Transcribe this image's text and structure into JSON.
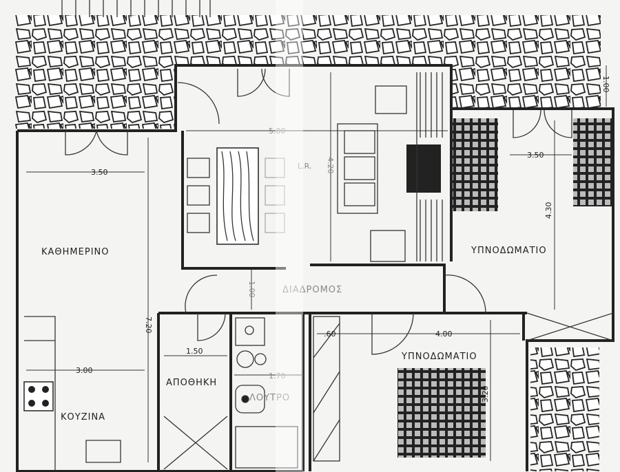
{
  "rooms": {
    "living": "ΚΑΘΗΜΕΡΙΝΟ",
    "kitchen": "ΚΟΥΖΙΝΑ",
    "storage": "ΑΠΟΘΗΚΗ",
    "bath": "ΛΟΥΤΡΟ",
    "corridor": "ΔΙΑΔΡΟΜΟΣ",
    "bedroom1": "ΥΠΝΟΔΩΜΑΤΙΟ",
    "bedroom2": "ΥΠΝΟΔΩΜΑΤΙΟ",
    "lr": "L.R."
  },
  "dimensions": {
    "living_width": "3.50",
    "living_length": "7.20",
    "kitchen_width": "3.00",
    "storage_width": "1.50",
    "bath_width": "1.70",
    "dining_width": "5.00",
    "lr_depth": "4.20",
    "corridor_width": "1.00",
    "bedroom1_width": "3.50",
    "bedroom1_depth": "4.30",
    "bedroom2_width": "4.00",
    "bedroom2_depth": "3.20",
    "wardrobe_depth": ".60",
    "terrace_depth": "1.00"
  }
}
